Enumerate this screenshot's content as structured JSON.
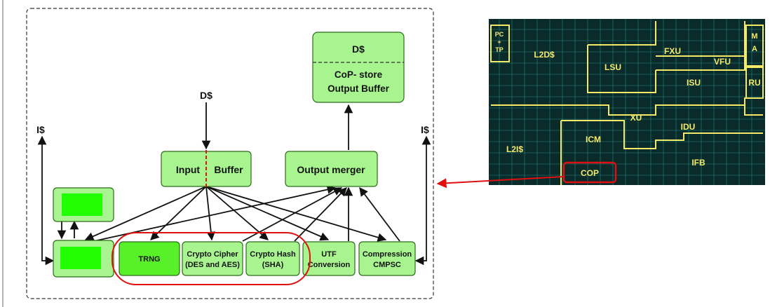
{
  "diagram": {
    "colors": {
      "box_fill": "#a8f58f",
      "box_fill_bright": "#58f028",
      "box_inner_fill": "#22ff00",
      "box_stroke": "#2d6b1d",
      "arrow": "#111111",
      "highlight": "#e01010",
      "die_bg": "#0b2b2b",
      "die_line": "#2fd6d6",
      "die_unit_border": "#f5e96a"
    },
    "cache": {
      "title": "D$",
      "subtitle_line1": "CoP- store",
      "subtitle_line2": "Output Buffer"
    },
    "dcache_input_label": "D$",
    "icache_left_label": "I$",
    "icache_right_label": "I$",
    "input_buffer": {
      "left": "Input",
      "right": "Buffer"
    },
    "output_merger": "Output merger",
    "units": {
      "trng": "TRNG",
      "cipher_line1": "Crypto Cipher",
      "cipher_line2": "(DES and AES)",
      "hash_line1": "Crypto Hash",
      "hash_line2": "(SHA)",
      "utf_line1": "UTF",
      "utf_line2": "Conversion",
      "compress_line1": "Compression",
      "compress_line2": "CMPSC"
    }
  },
  "die": {
    "labels": {
      "pc_line1": "PC",
      "pc_line2": "+",
      "pc_line3": "TP",
      "l2d": "L2D$",
      "lsu": "LSU",
      "fxu": "FXU",
      "vfu": "VFU",
      "m": "M",
      "a": "A",
      "isu": "ISU",
      "ru": "RU",
      "xu": "XU",
      "icm": "ICM",
      "idu": "IDU",
      "l2i": "L2I$",
      "ifb": "IFB",
      "cop": "COP"
    }
  }
}
